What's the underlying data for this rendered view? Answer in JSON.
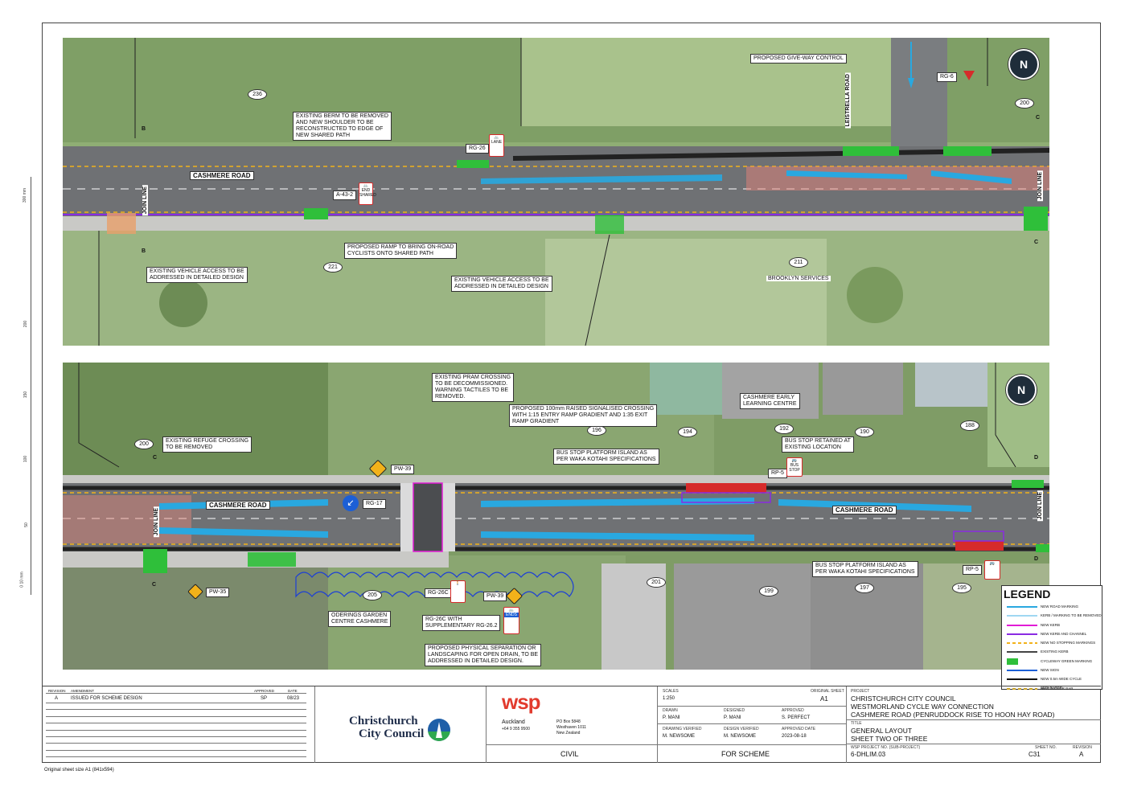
{
  "vertical_scale": {
    "ticks": [
      "300 mm",
      "200",
      "150",
      "100",
      "50",
      "0  10 mm"
    ]
  },
  "top_panel": {
    "road_label": "CASHMERE ROAD",
    "side_road_label": "LEISTRELLA ROAD",
    "join_line_left": "JOIN LINE",
    "join_line_right": "JOIN LINE",
    "section_left": "B",
    "section_right": "C",
    "property_numbers": [
      "236",
      "200",
      "221",
      "211"
    ],
    "brooklyn": "BROOKLYN SERVICES",
    "callouts": {
      "give_way": "PROPOSED GIVE-WAY CONTROL",
      "rg6": "RG-6",
      "berm": "EXISTING BERM TO BE REMOVED\nAND NEW SHOULDER TO BE\nRECONSTRUCTED TO EDGE OF\nNEW SHARED PATH",
      "rg26": "RG-26",
      "a43": "A-43-2",
      "ramp": "PROPOSED RAMP TO BRING ON-ROAD\nCYCLISTS ONTO SHARED PATH",
      "access_left": "EXISTING VEHICLE ACCESS TO BE\nADDRESSED IN DETAILED DESIGN",
      "access_mid": "EXISTING VEHICLE ACCESS TO BE\nADDRESSED IN DETAILED DESIGN"
    },
    "sign_lane": "LANE",
    "sign_end": "END SHARED"
  },
  "bottom_panel": {
    "road_label_left": "CASHMERE ROAD",
    "road_label_right": "CASHMERE ROAD",
    "join_line": "JOIN LINE",
    "join_line_right": "JOIN LINE",
    "section_left": "C",
    "section_right": "D",
    "property_numbers": [
      "200",
      "196",
      "194",
      "192",
      "190",
      "188",
      "205",
      "201",
      "199",
      "197",
      "195"
    ],
    "callouts": {
      "pram": "EXISTING PRAM CROSSING\nTO BE DECOMMISSIONED.\nWARNING TACTILES TO BE\nREMOVED.",
      "raised": "PROPOSED 100mm RAISED SIGNALISED CROSSING\nWITH 1:15 ENTRY RAMP GRADIENT AND 1:35 EXIT\nRAMP GRADIENT",
      "refuge": "EXISTING REFUGE CROSSING\nTO BE REMOVED",
      "early_learning": "CASHMERE EARLY\nLEARNING CENTRE",
      "bus_island_top": "BUS STOP PLATFORM ISLAND AS\nPER WAKA KOTAHI SPECIFICATIONS",
      "bus_retained": "BUS STOP RETAINED AT\nEXISTING LOCATION",
      "pw39_top": "PW-39",
      "rg17": "RG-17",
      "rp5_top": "RP-5",
      "rp5_bottom": "RP-5",
      "pw35": "PW-35",
      "rg26c": "RG-26C",
      "pw39_bottom": "PW-39",
      "rg26c_supp": "RG-26C WITH\nSUPPLEMENTARY RG-26.2",
      "oderings": "ODERINGS GARDEN\nCENTRE CASHMERE",
      "separation": "PROPOSED PHYSICAL SEPARATION OR\nLANDSCAPING FOR OPEN DRAIN, TO BE\nADDRESSED IN DETAILED DESIGN.",
      "bus_island_bottom": "BUS STOP PLATFORM ISLAND AS\nPER WAKA KOTAHI SPECIFICATIONS"
    },
    "sign_ends": "ENDS",
    "sign_bus": "BUS STOP"
  },
  "legend": {
    "title": "LEGEND",
    "items": [
      {
        "label": "NEW ROAD MARKING",
        "color": "#29a8e0"
      },
      {
        "label": "KERB / MARKING TO BE REMOVED",
        "color": "#9fd7f2"
      },
      {
        "label": "NEW KERB",
        "color": "#e21bd6"
      },
      {
        "label": "NEW KERB AND CHANNEL",
        "color": "#8a2be2"
      },
      {
        "label": "NEW NO STOPPING MARKINGS",
        "color": "#f2b21a"
      },
      {
        "label": "EXISTING KERB",
        "color": "#444444"
      },
      {
        "label": "CYCLEWAY GREEN MARKING",
        "color": "#2fbf3a"
      },
      {
        "label": "NEW SIGN",
        "color": "#1c5fd6"
      },
      {
        "label": "NEW 0.5m WIDE CYCLE SEPARATOR",
        "color": "#111111"
      },
      {
        "label": "NEW JUDDER BAR",
        "color": "#c9a227"
      }
    ]
  },
  "title_block": {
    "revision_header": {
      "revision": "REVISION",
      "amendment": "AMENDMENT",
      "approved": "APPROVED",
      "date": "DATE"
    },
    "revision_row": {
      "revision": "A",
      "amendment": "ISSUED FOR SCHEME DESIGN",
      "approved": "SP",
      "date": "08/23"
    },
    "council_line1": "Christchurch",
    "council_line2": "City Council",
    "wsp_logo": "wsp",
    "wsp_city": "Auckland",
    "wsp_phone": "+64 9 355 9500",
    "wsp_addr1": "PO Box 5848",
    "wsp_addr2": "Westhaven 1011",
    "wsp_addr3": "New Zealand",
    "discipline": "CIVIL",
    "scales_label": "SCALES",
    "scale": "1:250",
    "original_size_label": "ORIGINAL SHEET",
    "original_size": "A1",
    "drawn_label": "DRAWN",
    "drawn": "P. MANI",
    "designed_label": "DESIGNED",
    "designed": "P. MANI",
    "approved_label": "APPROVED",
    "approved": "S. PERFECT",
    "drawing_verified_label": "DRAWING VERIFIED",
    "drawing_verified": "M. NEWSOME",
    "design_verified_label": "DESIGN VERIFIED",
    "design_verified": "M. NEWSOME",
    "approved_date_label": "APPROVED DATE",
    "approved_date": "2023-08-18",
    "status": "FOR SCHEME",
    "project_label": "PROJECT",
    "project1": "CHRISTCHURCH CITY COUNCIL",
    "project2": "WESTMORLAND CYCLE WAY CONNECTION",
    "project3": "CASHMERE ROAD (PENRUDDOCK RISE TO HOON HAY ROAD)",
    "title_label": "TITLE",
    "title1": "GENERAL LAYOUT",
    "title2": "SHEET TWO OF THREE",
    "wsp_project_label": "WSP PROJECT NO. (SUB-PROJECT)",
    "wsp_project": "6-DHLIM.03",
    "sheet_no_label": "SHEET NO.",
    "sheet_no": "C31",
    "revision_label": "REVISION",
    "revision": "A"
  },
  "footer_note": "Original sheet size A1 (841x594)"
}
